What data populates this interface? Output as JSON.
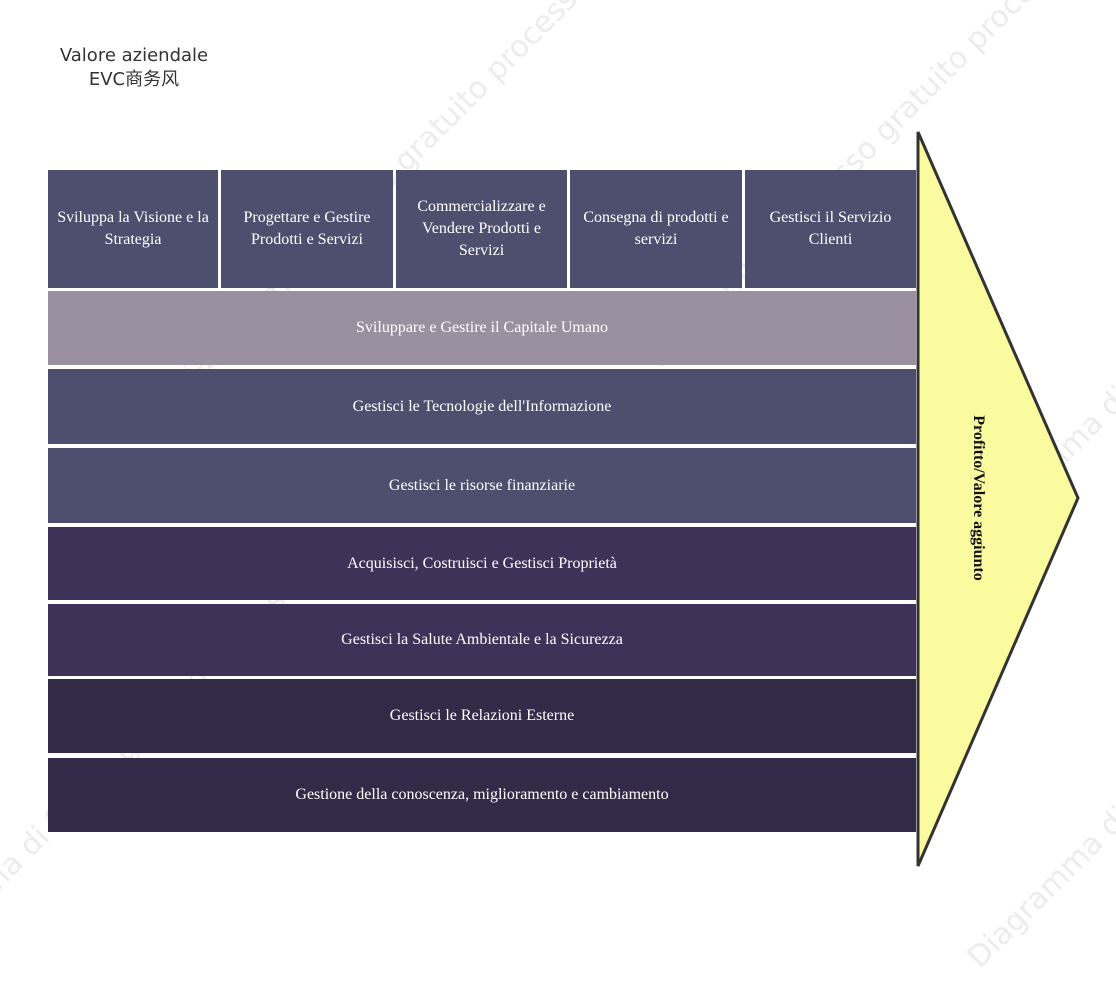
{
  "title": {
    "line1": "Valore aziendale",
    "line2": "EVC商务风"
  },
  "colors": {
    "core_process": "#4e4e6e",
    "human_capital": "#9a90a0",
    "support_mid": "#4e4e6e",
    "support_deep": "#3f3258",
    "support_darkest": "#322a47",
    "arrow_fill": "#fafa9e",
    "arrow_stroke": "#333333"
  },
  "core_processes": [
    "Sviluppa la Visione e la Strategia",
    "Progettare e Gestire Prodotti e Servizi",
    "Commercializzare e Vendere Prodotti e Servizi",
    "Consegna di prodotti e servizi",
    "Gestisci il Servizio Clienti"
  ],
  "support_processes": [
    "Sviluppare e Gestire il Capitale Umano",
    "Gestisci le Tecnologie dell'Informazione",
    "Gestisci le risorse finanziarie",
    "Acquisisci, Costruisci e Gestisci Proprietà",
    "Gestisci la Salute Ambientale e la Sicurezza",
    "Gestisci le Relazioni Esterne",
    "Gestione della conoscenza, miglioramento e cambiamento"
  ],
  "arrow": {
    "label": "Profitto/Valore aggiunto"
  },
  "watermark": {
    "text": "Diagramma di flusso gratuito processon.io"
  }
}
